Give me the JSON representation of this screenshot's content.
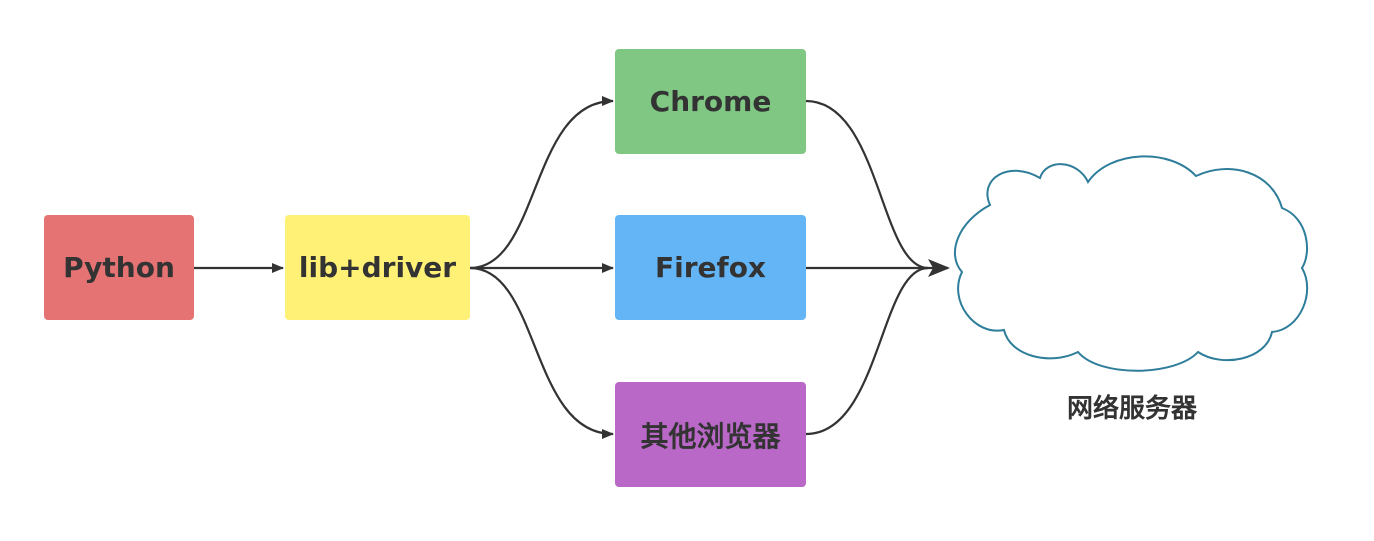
{
  "nodes": {
    "python": {
      "label": "Python",
      "color": "#e57373"
    },
    "lib": {
      "label": "lib+driver",
      "color": "#fff176"
    },
    "chrome": {
      "label": "Chrome",
      "color": "#81c784"
    },
    "firefox": {
      "label": "Firefox",
      "color": "#64b5f6"
    },
    "other": {
      "label": "其他浏览器",
      "color": "#ba68c8"
    }
  },
  "cloud": {
    "label": "网络服务器",
    "stroke_color": "#2e7d9a"
  },
  "connector_color": "#333333"
}
